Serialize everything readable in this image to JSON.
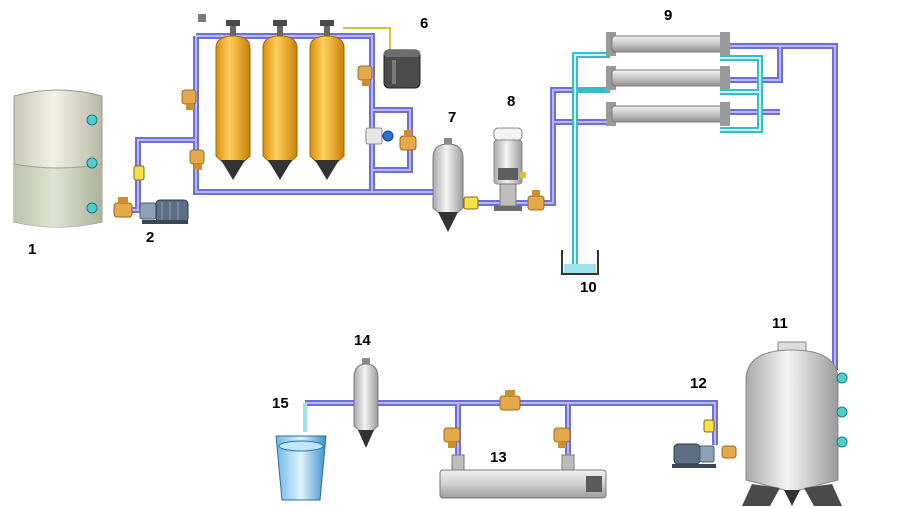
{
  "labels": {
    "n1": "1",
    "n2": "2",
    "n6": "6",
    "n7": "7",
    "n8": "8",
    "n9": "9",
    "n10": "10",
    "n11": "11",
    "n12": "12",
    "n13": "13",
    "n14": "14",
    "n15": "15"
  },
  "colors": {
    "pipe": "#6f6fd8",
    "pipe_light": "#b6b6f5",
    "drain": "#39bcc9",
    "drain_light": "#c9f2f6",
    "filter_vessel": "#f2b01f",
    "valve": "#e5a94b",
    "tank": "#ddddd0",
    "membrane": "#c4c4c4",
    "port": "#4fcfcf"
  }
}
